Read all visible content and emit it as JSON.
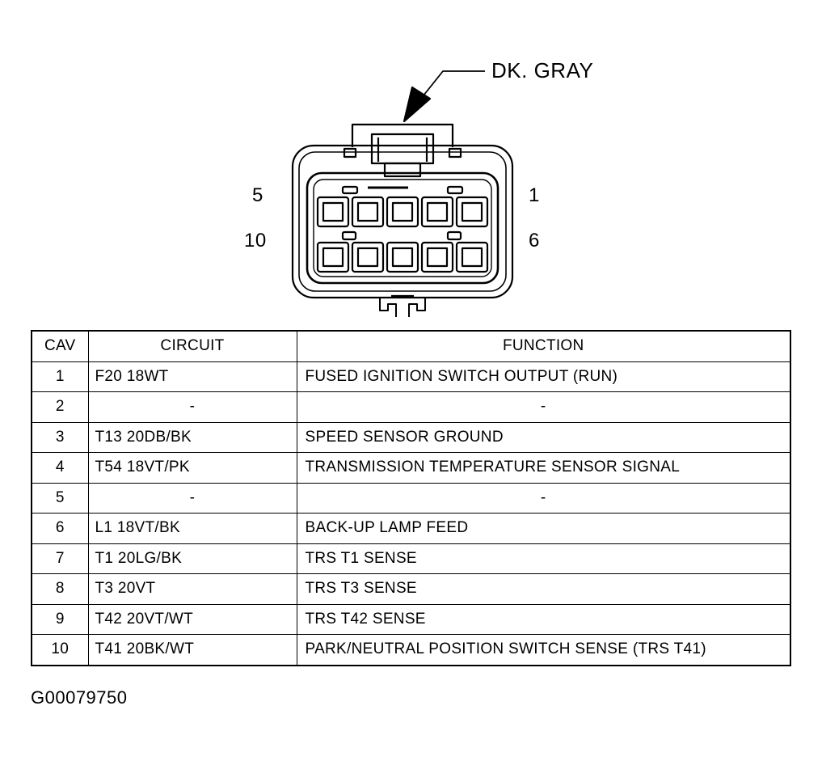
{
  "connector": {
    "color_label": "DK. GRAY",
    "cavity_labels": {
      "top_left": "5",
      "top_right": "1",
      "bottom_left": "10",
      "bottom_right": "6"
    }
  },
  "table": {
    "headers": [
      "CAV",
      "CIRCUIT",
      "FUNCTION"
    ],
    "rows": [
      {
        "cav": "1",
        "circuit": "F20 18WT",
        "function": "FUSED IGNITION SWITCH OUTPUT (RUN)"
      },
      {
        "cav": "2",
        "circuit": "-",
        "function": "-"
      },
      {
        "cav": "3",
        "circuit": "T13 20DB/BK",
        "function": "SPEED SENSOR GROUND"
      },
      {
        "cav": "4",
        "circuit": "T54 18VT/PK",
        "function": "TRANSMISSION TEMPERATURE SENSOR SIGNAL"
      },
      {
        "cav": "5",
        "circuit": "-",
        "function": "-"
      },
      {
        "cav": "6",
        "circuit": "L1 18VT/BK",
        "function": "BACK-UP LAMP FEED"
      },
      {
        "cav": "7",
        "circuit": "T1 20LG/BK",
        "function": "TRS T1 SENSE"
      },
      {
        "cav": "8",
        "circuit": "T3 20VT",
        "function": "TRS T3 SENSE"
      },
      {
        "cav": "9",
        "circuit": "T42 20VT/WT",
        "function": "TRS T42 SENSE"
      },
      {
        "cav": "10",
        "circuit": "T41 20BK/WT",
        "function": "PARK/NEUTRAL POSITION SWITCH SENSE (TRS T41)"
      }
    ]
  },
  "figure_id": "G00079750"
}
